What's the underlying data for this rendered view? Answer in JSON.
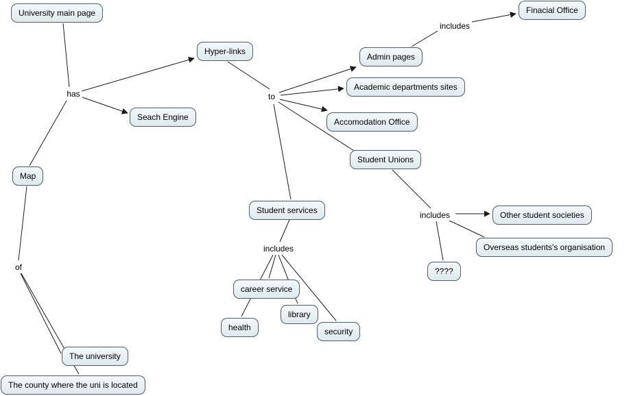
{
  "colors": {
    "background": "#ffffff",
    "node_fill_top": "#f3f9fb",
    "node_fill_bottom": "#dfe9ee",
    "node_border": "#4f5a64",
    "line": "#1a1a1a",
    "text": "#000000"
  },
  "nodes": {
    "university_main_page": "University main page",
    "hyper_links": "Hyper-links",
    "finacial_office": "Finacial Office",
    "admin_pages": "Admin pages",
    "academic_departments_sites": "Academic departments sites",
    "accomodation_office": "Accomodation Office",
    "seach_engine": "Seach Engine",
    "map": "Map",
    "student_unions": "Student Unions",
    "student_services": "Student services",
    "other_student_societies": "Other student societies",
    "overseas_students_organisation": "Overseas students's organisation",
    "unknown": "????",
    "career_service": "career service",
    "health": "health",
    "library": "library",
    "security": "security",
    "the_university": "The university",
    "the_county": "The county where the uni is located"
  },
  "link_labels": {
    "has": "has",
    "to": "to",
    "includes_financial": "includes",
    "includes_unions": "includes",
    "includes_services": "includes",
    "of": "of"
  }
}
